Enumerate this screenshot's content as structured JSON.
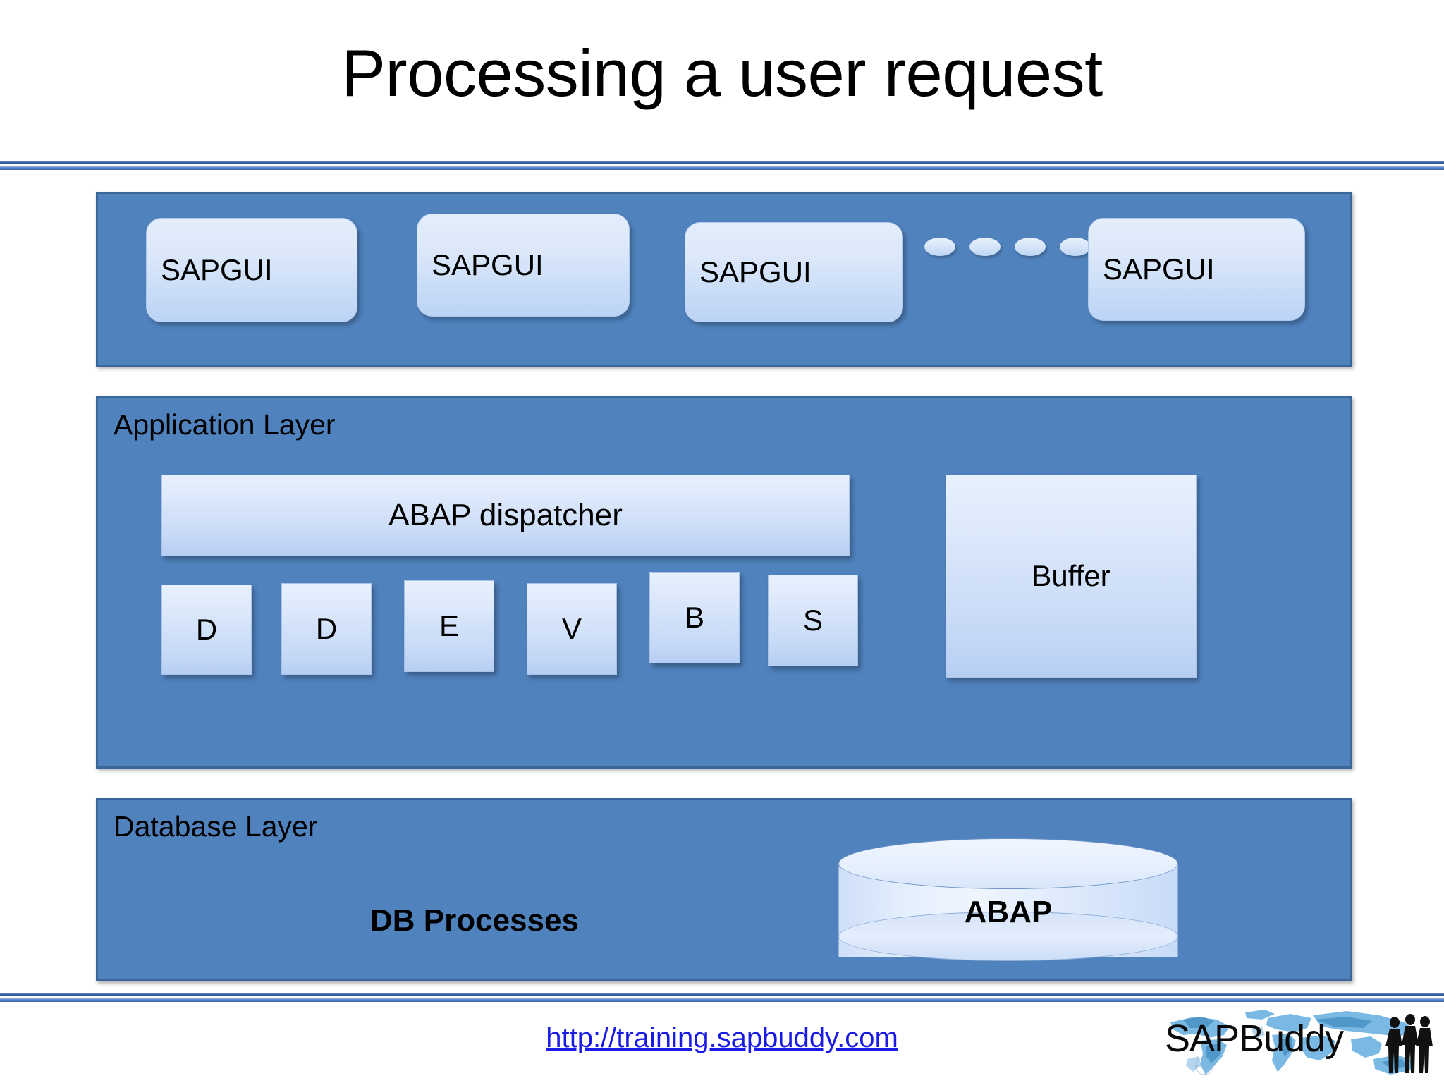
{
  "slide": {
    "title": "Processing a user request"
  },
  "presentation_layer": {
    "clients": [
      {
        "label": "SAPGUI"
      },
      {
        "label": "SAPGUI"
      },
      {
        "label": "SAPGUI"
      },
      {
        "label": "SAPGUI"
      }
    ],
    "ellipsis_dots": 4
  },
  "application_layer": {
    "label": "Application Layer",
    "dispatcher_label": "ABAP dispatcher",
    "work_processes": [
      {
        "label": "D"
      },
      {
        "label": "D"
      },
      {
        "label": "E"
      },
      {
        "label": "V"
      },
      {
        "label": "B"
      },
      {
        "label": "S"
      }
    ],
    "buffer_label": "Buffer"
  },
  "database_layer": {
    "label": "Database Layer",
    "db_processes_label": "DB Processes",
    "cylinder_label": "ABAP"
  },
  "footer": {
    "url": "http://training.sapbuddy.com",
    "logo_text": "SAPBuddy"
  },
  "colors": {
    "panel_fill": "#5082BE",
    "panel_border": "#3B6699",
    "box_light": "#E4EDFB",
    "box_light_bottom": "#BCD3F5",
    "rule_blue": "#3A66A8",
    "link_blue": "#1A1AE6",
    "text_black": "#000000"
  }
}
